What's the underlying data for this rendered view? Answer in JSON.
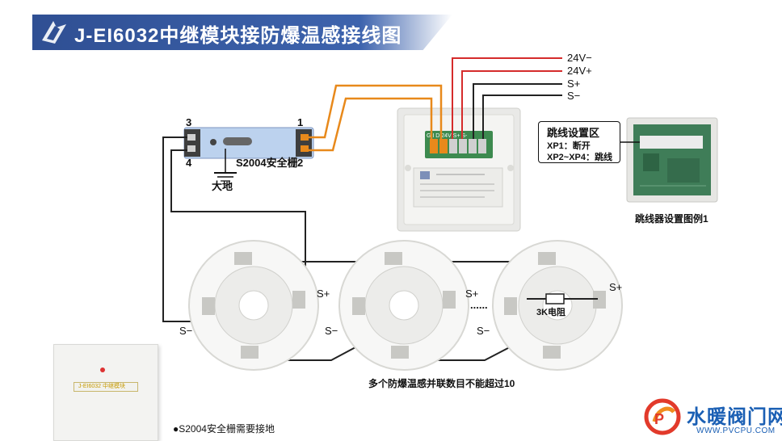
{
  "title": "J-EI6032中继模块接防爆温感接线图",
  "colors": {
    "title_bar": "#3d63ad",
    "wire_orange": "#e8891b",
    "wire_red": "#d52b2b",
    "wire_black": "#222222",
    "site_blue": "#1a5fb4"
  },
  "barrier": {
    "label": "S2004安全栅",
    "terminal_1": "1",
    "terminal_2": "2",
    "terminal_3": "3",
    "terminal_4": "4",
    "ground_label": "大地"
  },
  "module": {
    "terminal_labels": "G  I  D  24V  S+ S-",
    "wires": [
      "24V−",
      "24V+",
      "S+",
      "S−"
    ]
  },
  "jumper": {
    "box_title": "跳线设置区",
    "xp1": "XP1：断开",
    "xp2_4": "XP2~XP4：跳线",
    "caption": "跳线器设置图例1"
  },
  "detectors": {
    "sp_labels": [
      "S+",
      "S+",
      "S+"
    ],
    "sm_labels": [
      "S−",
      "S−",
      "S−"
    ],
    "dots": "......",
    "resistor_label": "3K电阻",
    "caption": "多个防爆温感并联数目不能超过10"
  },
  "panel": {
    "brand_text": "J-EI6032 中继模块"
  },
  "note": "●S2004安全栅需要接地",
  "site": {
    "name": "水暖阀门网",
    "url": "WWW.PVCPU.COM"
  },
  "icons": [
    "logo-icon",
    "ground-icon",
    "site-logo-icon"
  ]
}
